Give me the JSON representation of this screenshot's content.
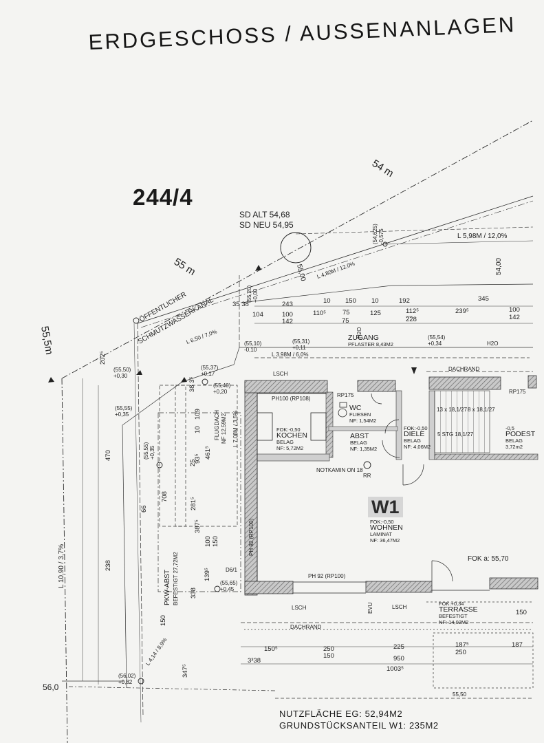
{
  "title": "ERDGESCHOSS / AUSSENANLAGEN",
  "parcel_number": "244/4",
  "unit_label": "W1",
  "footer": {
    "nutzflaeche": "NUTZFLÄCHE EG:  52,94M2",
    "grundstuecksanteil": "GRUNDSTÜCKSANTEIL W1: 235M2"
  },
  "rooms": [
    {
      "id": "kochen",
      "name": "KOCHEN",
      "lines": [
        "FOK:-0,50",
        "KOCHEN",
        "BELAG",
        "NF: 5,72M2"
      ]
    },
    {
      "id": "wc",
      "name": "WC",
      "lines": [
        "WC",
        "FLIESEN",
        "NF: 1,54M2"
      ]
    },
    {
      "id": "abst",
      "name": "ABST",
      "lines": [
        "ABST",
        "BELAG",
        "NF: 1,35M2"
      ]
    },
    {
      "id": "diele",
      "name": "DIELE",
      "lines": [
        "FOK:-0,50",
        "DIELE",
        "BELAG",
        "NF: 4,06M2"
      ]
    },
    {
      "id": "podest",
      "name": "PODEST",
      "lines": [
        "-0,5",
        "PODEST",
        "BELAG",
        "3,72m2"
      ]
    },
    {
      "id": "wohnen",
      "name": "WOHNEN",
      "lines": [
        "FOK:-0,50",
        "WOHNEN",
        "LAMINAT",
        "NF: 36,47M2"
      ]
    },
    {
      "id": "terrasse",
      "name": "TERRASSE",
      "lines": [
        "FOK:+0,34",
        "TERRASSE",
        "BEFESTIGT",
        "NF: 14,02M2"
      ]
    },
    {
      "id": "zugang",
      "name": "ZUGANG",
      "lines": [
        "ZUGANG",
        "PFLASTER 8,43M2"
      ]
    }
  ],
  "labels": {
    "sd_alt": "SD ALT 54,68",
    "sd_neu": "SD NEU 54,95",
    "kanal_1": "ÖFFENTLICHER",
    "kanal_2": "SCHMUTZWASSERKANAL",
    "dist_54m": "54 m",
    "dist_55m": "55 m",
    "dist_555m": "55,5m",
    "slope_top": "L 5,98M / 12,0%",
    "slope_mid": "L 4,80M / 12,0%",
    "slope_kanal": "L 6,50 / 7,0%",
    "slope_left": "L 10,90 / 3,7%",
    "slope_bottom": "L 4,14 / 8,9%",
    "slope_zugang": "L 3,98M / 6,0%",
    "slope_park": "L 7,08M / 3,5%",
    "fok_a": "FOK a: 55,70",
    "lvl_5400": "54,00",
    "lvl_560": "56,0",
    "lvl_5500_circle": "55,00",
    "lvl_5550": "55,50",
    "dachrand_top": "DACHRAND",
    "dachrand_bottom": "DACHRAND",
    "notkamin": "NOTKAMIN ON 18",
    "rr": "RR",
    "ph_top": "PH100 (RP108)",
    "ph_bottom": "PH 92 (RP100)",
    "ph_side1": "PH 92 (RP100)",
    "pkw": "PKW-ABST",
    "pkw2": "BEFESTIGT  27,72M2",
    "flugdach": "FLUGDACH",
    "flugdach2": "NF 12,59M2",
    "lsch1": "LSCH",
    "lsch2": "LSCH",
    "lsch3": "LSCH",
    "h2o1": "H2O",
    "h2o2": "H2O",
    "evu": "EVU",
    "d6": "D6/1",
    "stg1": "13 x 18,1/27",
    "stg2": "8 x 18,1/27",
    "stg3": "5 STG 18,1/27",
    "rp175a": "RP175",
    "rp175b": "RP175"
  },
  "levels": [
    {
      "k": "a",
      "v": "(55,50)\n+0,30"
    },
    {
      "k": "b",
      "v": "(55,55)\n+0,35"
    },
    {
      "k": "c",
      "v": "(55,37)\n+0,17"
    },
    {
      "k": "d",
      "v": "(55,40)\n+0,20"
    },
    {
      "k": "e",
      "v": "(55,10)\n-0,10"
    },
    {
      "k": "f",
      "v": "(55,31)\n+0,11"
    },
    {
      "k": "g",
      "v": "(55,54)\n+0,34"
    },
    {
      "k": "h",
      "v": "(55,20)\n+0,00"
    },
    {
      "k": "i",
      "v": "(55,55)\n+0,35"
    },
    {
      "k": "j",
      "v": "(55,65)\n+0,45"
    },
    {
      "k": "k",
      "v": "(56,02)\n+0,82"
    },
    {
      "k": "l",
      "v": "(54,625)\n-0,575"
    }
  ],
  "dimensions": {
    "top_row": [
      "35 38",
      "243",
      "10",
      "150",
      "10",
      "192",
      "345"
    ],
    "second_row": [
      "104",
      "100",
      "110⁵",
      "75",
      "125",
      "112⁵",
      "239⁵",
      "100"
    ],
    "third_row": [
      "142",
      "75",
      "228",
      "142"
    ],
    "left": [
      "202⁵",
      "470",
      "238",
      "66",
      "708",
      "150",
      "347⁵"
    ],
    "parking": [
      "38 3⁵",
      "25",
      "93⁵",
      "10",
      "109",
      "461⁵",
      "281⁵",
      "387⁵",
      "139⁵",
      "338",
      "100",
      "150"
    ],
    "bottom": [
      "150⁵",
      "250",
      "150",
      "225",
      "950",
      "1003⁵",
      "3³38",
      "187⁵",
      "250",
      "187",
      "150"
    ]
  },
  "colors": {
    "ink": "#1c1c1c",
    "wall": "#4a4a4a",
    "paper": "#f4f4f2",
    "hatch": "#8a8a8a"
  }
}
